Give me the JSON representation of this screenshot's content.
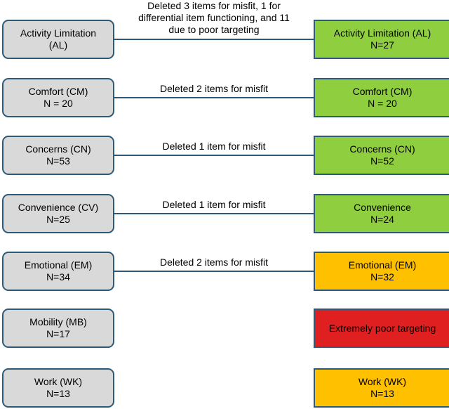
{
  "rows": [
    {
      "left_name": "Activity Limitation",
      "left_abbr": "(AL)",
      "left_n": "",
      "note_lines": [
        "Deleted 3 items for misfit, 1 for",
        "differential item functioning, and 11",
        "due to poor targeting"
      ],
      "right_name": "Activity Limitation (AL)",
      "right_n": "N=27",
      "right_color": "#8fce3e"
    },
    {
      "left_name": "Comfort (CM)",
      "left_n": "N = 20",
      "note_lines": [
        "Deleted 2 items for misfit"
      ],
      "right_name": "Comfort (CM)",
      "right_n": "N = 20",
      "right_color": "#8fce3e"
    },
    {
      "left_name": "Concerns (CN)",
      "left_n": "N=53",
      "note_lines": [
        "Deleted 1 item for misfit"
      ],
      "right_name": "Concerns (CN)",
      "right_n": "N=52",
      "right_color": "#8fce3e"
    },
    {
      "left_name": "Convenience (CV)",
      "left_n": "N=25",
      "note_lines": [
        "Deleted 1 item for misfit"
      ],
      "right_name": "Convenience",
      "right_n": "N=24",
      "right_color": "#8fce3e"
    },
    {
      "left_name": "Emotional (EM)",
      "left_n": "N=34",
      "note_lines": [
        "Deleted 2 items for misfit"
      ],
      "right_name": "Emotional (EM)",
      "right_n": "N=32",
      "right_color": "#ffc000"
    },
    {
      "left_name": "Mobility (MB)",
      "left_n": "N=17",
      "note_lines": [],
      "right_name": "Extremely poor targeting",
      "right_n": "",
      "right_color": "#e02020"
    },
    {
      "left_name": "Work (WK)",
      "left_n": "N=13",
      "note_lines": [],
      "right_name": "Work (WK)",
      "right_n": "N=13",
      "right_color": "#ffc000"
    }
  ]
}
